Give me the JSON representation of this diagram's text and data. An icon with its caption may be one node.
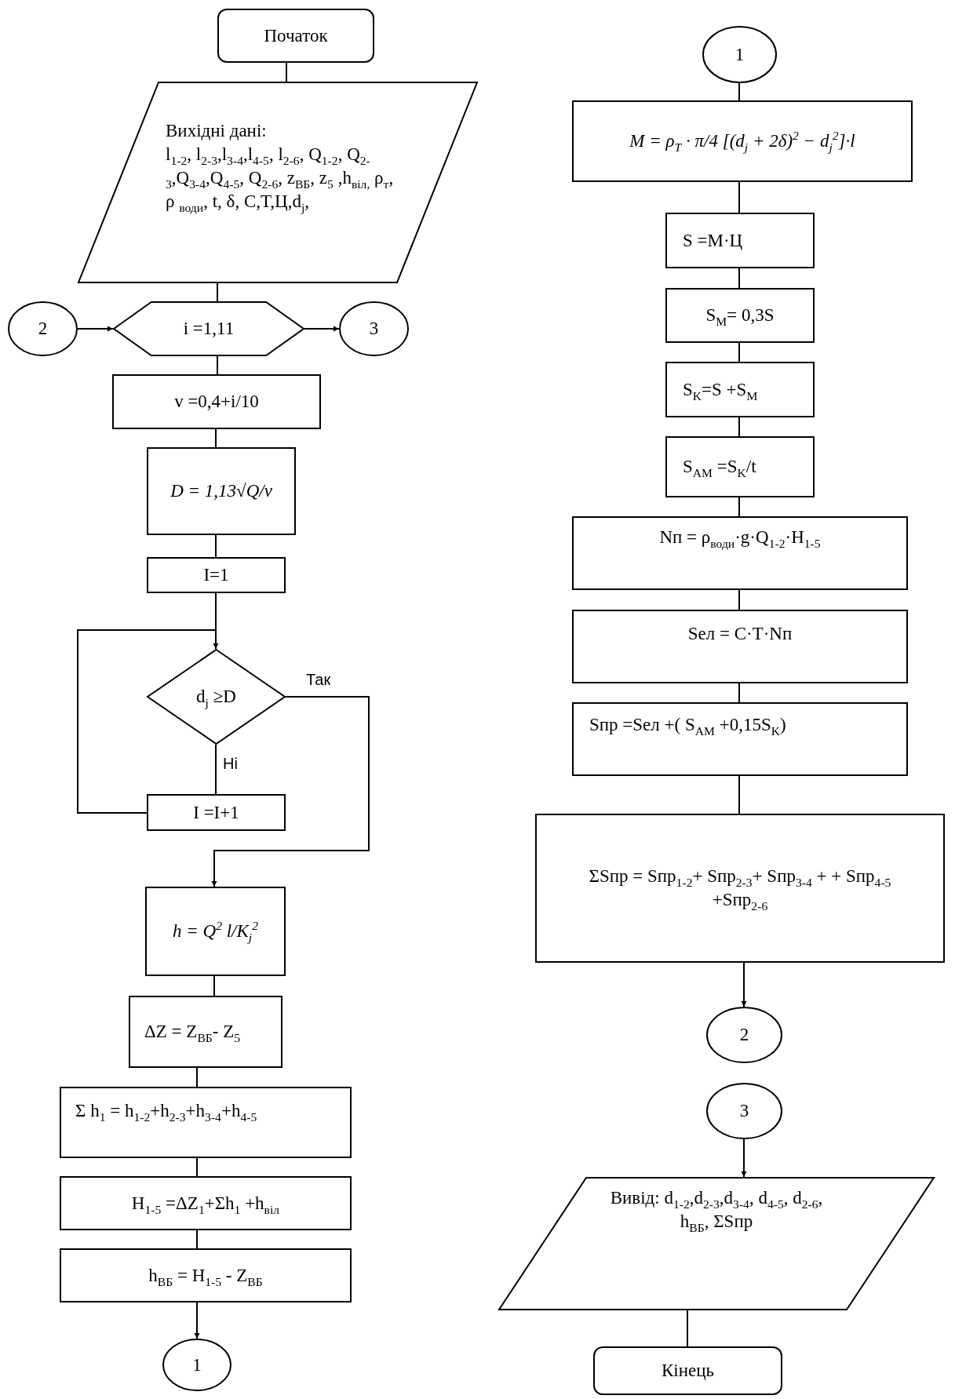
{
  "diagram": {
    "nodes": [
      {
        "text": [
          "Початок"
        ]
      },
      {
        "text": [
          "Вихідні дані:",
          "l$_{1-2}$, l$_{2-3}$,l$_{3-4}$,l$_{4-5}$, l$_{2-6}$, Q$_{1-2}$, Q$_{2-3}$,Q$_{3-4}$,Q$_{4-5}$, Q$_{2-6}$, z$_{ВБ}$, z$_{5}$ ,h$_{віл,}$ ρ$_{т}$, ρ $_{води}$, t, δ, C,T,Ц,d$_{j}$,"
        ]
      },
      {
        "text": [
          "2"
        ]
      },
      {
        "text": [
          "i =1,11"
        ]
      },
      {
        "text": [
          "3"
        ]
      },
      {
        "text": [
          "v =0,4+i/10"
        ]
      },
      {
        "text": [
          "D = 1,13√Q/v"
        ]
      },
      {
        "text": [
          "I=1"
        ]
      },
      {
        "text": [
          "d$_{j}$ ≥D"
        ]
      },
      {
        "text": [
          "I =I+1"
        ]
      },
      {
        "text": [
          "h = Q$^{2}$ l/K$_{j}$$^{2}$"
        ]
      },
      {
        "text": [
          "ΔZ = Z$_{ВБ}$- Z$_{5}$"
        ]
      },
      {
        "text": [
          "Σ h$_{1}$ = h$_{1-2}$+h$_{2-3}$+h$_{3-4}$+h$_{4-5}$"
        ]
      },
      {
        "text": [
          "H$_{1-5}$ =ΔZ$_{1}$+Σh$_{1}$ +h$_{віл}$"
        ]
      },
      {
        "text": [
          "h$_{ВБ}$ = H$_{1-5}$ - Z$_{ВБ}$"
        ]
      },
      {
        "text": [
          "1"
        ]
      },
      {
        "text": [
          "1"
        ]
      },
      {
        "text": [
          "M = ρ$_{T}$ · π/4 [(d$_{j}$ + 2δ)$^{2}$ − d$_{j}$$^{2}$]·l"
        ]
      },
      {
        "text": [
          "S =M·Ц"
        ]
      },
      {
        "text": [
          "S$_{M}$= 0,3S"
        ]
      },
      {
        "text": [
          "S$_{K}$=S +S$_{M}$"
        ]
      },
      {
        "text": [
          "S$_{AM}$ =S$_{K}$/t"
        ]
      },
      {
        "text": [
          "Nп = ρ$_{води}$·g·Q$_{1-2}$·H$_{1-5}$"
        ]
      },
      {
        "text": [
          "Seл = C·T·Nп"
        ]
      },
      {
        "text": [
          "Sпр =Seл +( S$_{AM}$ +0,15S$_{K}$)"
        ]
      },
      {
        "text": [
          "ΣSпр = Sпр$_{1-2}$+ Sпр$_{2-3}$+ Sпр$_{3-4}$ + + Sпр$_{4-5}$ +Sпр$_{2-6}$"
        ]
      },
      {
        "text": [
          "2"
        ]
      },
      {
        "text": [
          "3"
        ]
      },
      {
        "text": [
          "Вивід: d$_{1-2}$,d$_{2-3}$,d$_{3-4}$, d$_{4-5}$, d$_{2-6}$, h$_{ВБ}$, ΣSпр"
        ]
      },
      {
        "text": [
          "Кінець"
        ]
      }
    ],
    "edges": [
      {
        "from": 0,
        "to": 1,
        "arrow": "none"
      },
      {
        "from": 1,
        "to": 3,
        "arrow": "none"
      },
      {
        "from": 2,
        "to": 3,
        "arrow": "to"
      },
      {
        "from": 3,
        "to": 4,
        "arrow": "to"
      },
      {
        "from": 3,
        "to": 5,
        "arrow": "none"
      },
      {
        "from": 5,
        "to": 6,
        "arrow": "none"
      },
      {
        "from": 6,
        "to": 7,
        "arrow": "none"
      },
      {
        "from": 7,
        "to": 8,
        "arrow": "none"
      },
      {
        "from": 8,
        "to": 9,
        "arrow": "none",
        "label": "Ні"
      },
      {
        "from": 9,
        "to": 8,
        "arrow": "to"
      },
      {
        "from": 8,
        "to": 10,
        "arrow": "to",
        "label": "Так"
      },
      {
        "from": 10,
        "to": 11,
        "arrow": "none"
      },
      {
        "from": 11,
        "to": 12,
        "arrow": "none"
      },
      {
        "from": 12,
        "to": 13,
        "arrow": "none"
      },
      {
        "from": 13,
        "to": 14,
        "arrow": "none"
      },
      {
        "from": 14,
        "to": 15,
        "arrow": "to"
      },
      {
        "from": 16,
        "to": 17,
        "arrow": "none"
      },
      {
        "from": 17,
        "to": 18,
        "arrow": "none"
      },
      {
        "from": 18,
        "to": 19,
        "arrow": "none"
      },
      {
        "from": 19,
        "to": 20,
        "arrow": "none"
      },
      {
        "from": 20,
        "to": 21,
        "arrow": "none"
      },
      {
        "from": 21,
        "to": 22,
        "arrow": "none"
      },
      {
        "from": 22,
        "to": 23,
        "arrow": "none"
      },
      {
        "from": 23,
        "to": 24,
        "arrow": "none"
      },
      {
        "from": 24,
        "to": 25,
        "arrow": "none"
      },
      {
        "from": 25,
        "to": 26,
        "arrow": "to"
      },
      {
        "from": 27,
        "to": 28,
        "arrow": "to"
      },
      {
        "from": 28,
        "to": 29,
        "arrow": "none"
      }
    ]
  }
}
